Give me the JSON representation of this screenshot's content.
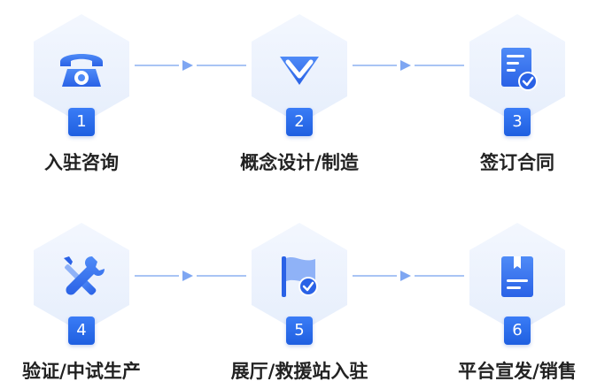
{
  "steps": [
    {
      "number": "1",
      "label": "入驻咨询",
      "icon": "telephone-icon"
    },
    {
      "number": "2",
      "label": "概念设计/制造",
      "icon": "gem-chevron-icon"
    },
    {
      "number": "3",
      "label": "签订合同",
      "icon": "contract-document-icon"
    },
    {
      "number": "4",
      "label": "验证/中试生产",
      "icon": "tools-icon"
    },
    {
      "number": "5",
      "label": "展厅/救援站入驻",
      "icon": "flag-check-icon"
    },
    {
      "number": "6",
      "label": "平台宣发/销售",
      "icon": "book-bookmark-icon"
    }
  ],
  "colors": {
    "hexagon_fill": "#eef3fd",
    "icon_blue": "#2f6cf0",
    "icon_light": "#8fb2f7",
    "connector": "#a9c4f4",
    "badge": "#2563eb"
  }
}
